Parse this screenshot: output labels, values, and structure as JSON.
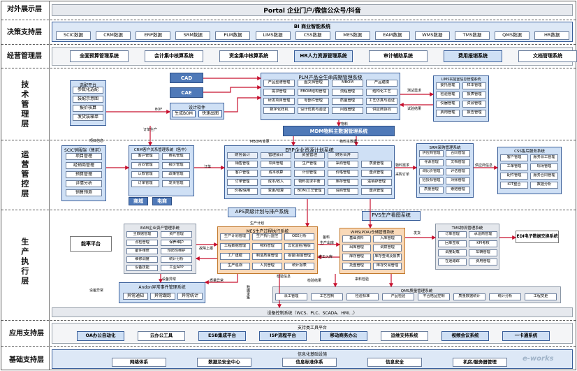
{
  "layers": {
    "l1": "对外展示层",
    "l2": "决策支持层",
    "l3": "经营管理层",
    "l4": "技术管理层",
    "l5": "运营管控层",
    "l6": "生产执行层",
    "l7": "应用支持层",
    "l8": "基础支持层"
  },
  "portal": "Portal 企业门户/微信公众号/抖音",
  "bi": {
    "title": "BI 商业智能系统",
    "items": [
      "SCIC数据",
      "CRM数据",
      "ERP数据",
      "SRM数据",
      "PLM数据",
      "LIMS数据",
      "CSS数据",
      "MES数据",
      "EAM数据",
      "WMS数据",
      "TMS数据",
      "QMS数据",
      "HR数据"
    ]
  },
  "mgmt": [
    "全面预算管理系统",
    "会计集中核算系统",
    "资金集中核算系统",
    "HR人力资源管理系统",
    "审计辅助系统",
    "费用报销系统",
    "文档管理系统"
  ],
  "tech": {
    "sel": {
      "title": "选配平台",
      "items": [
        "参数化选配",
        "装配示意图",
        "报价核算",
        "发货装箱单"
      ]
    },
    "cad": "CAD",
    "cae": "CAE",
    "design": {
      "title": "设计软件",
      "items": [
        "生成BOM",
        "快速出图"
      ]
    },
    "plm": {
      "title": "PLM产品全生命周期管理系统",
      "items": [
        "产品型谱管理",
        "图文档管理",
        "MBOM",
        "产品建模",
        "需求管理",
        "EBOM结构管理",
        "流程管理",
        "结构化工艺",
        "研发项目管理",
        "零部件管理",
        "质量管理",
        "工艺仿真与验证",
        "数字化样机",
        "设计仿真与验证",
        "问题管理",
        "供应商协同"
      ]
    },
    "lims": {
      "title": "LIMS实验室信息管理系统",
      "items": [
        "委托管理",
        "样本管理",
        "检验管理",
        "报表管理",
        "仪器管理",
        "资源管理",
        "费用管理",
        "报告管理"
      ]
    },
    "mdm": "MDM物料主数据管理系统",
    "labels": {
      "bof": "BOF",
      "order_prod": "订单生产",
      "xj": "项目信息",
      "dd": "测试需求",
      "js": "试验结果",
      "wl": "物料",
      "mbom": "MBOM/变更",
      "ml": "物料主数据"
    }
  },
  "ops": {
    "scic": {
      "title": "SCIC销服端（售前）",
      "items": [
        "项目管理",
        "经销商管理",
        "预算管理",
        "详情分析",
        "销售预测"
      ]
    },
    "crm": {
      "title": "CRM客户关系管理系统（售中）",
      "items": [
        "客户管理",
        "商机管理",
        "合同管理",
        "报价管理",
        "认款管理",
        "政策管理",
        "订单管理",
        "发货管理"
      ]
    },
    "shop": [
      "商城",
      "电商"
    ],
    "erp": {
      "title": "ERP企业资源计划系统",
      "groups": [
        {
          "name": "财务会计",
          "items": [
            "销售管理",
            "客户管理",
            "订单管理",
            "价格/信用"
          ]
        },
        {
          "name": "管理会计",
          "items": [
            "项目管理",
            "成本核算",
            "成本/收入",
            "变更/结算"
          ]
        },
        {
          "name": "资金管理",
          "items": [
            "生产管理",
            "计划管理",
            "物料需求平衡",
            "BOM/工艺管理"
          ]
        },
        {
          "name": "财务合并",
          "items": [
            "采购管理",
            "价格管理",
            "库存管理",
            "请购管理"
          ]
        },
        {
          "name": "",
          "items": [
            "质量管理",
            "盘点管理",
            "进销存管理",
            "盘点管理"
          ]
        }
      ]
    },
    "srm": {
      "title": "SRM采购管理系统",
      "items": [
        "供应商管理",
        "寻源管理",
        "询比价管理",
        "招投标管理",
        "质量管理",
        "合同管理",
        "文档管理",
        "评估管理",
        "对账管理",
        "索赔管理"
      ]
    },
    "css": {
      "title": "CSS售后服务系统",
      "items": [
        "客户管理",
        "服务派工管理",
        "工单管理",
        "现场管理",
        "配件管理",
        "服务合同管理",
        "IOT整合",
        "数据分析"
      ]
    },
    "aps": "APS高级计划与排产系统",
    "pvs": "PVS生产看图系统",
    "labels": {
      "dd": "订单",
      "wlxq": "物料需求",
      "cg": "采购订单",
      "gys": "供应商信息",
      "fh": "发货"
    }
  },
  "prod": {
    "energy": "能率平台",
    "eam": {
      "title": "EAM企业资产管理系统",
      "items": [
        "主数据管理",
        "资产管理",
        "点检管理",
        "保养维护",
        "备件维修",
        "预防性维护",
        "维修调度",
        "统计分析",
        "设备技能",
        "工业APP"
      ]
    },
    "mes": {
      "title": "MES生产过程执行系统",
      "items": [
        "生产计划管理",
        "生产执行监控",
        "OEE分析",
        "工程数据管理",
        "物料管理",
        "云化监控/看板",
        "工厂建模",
        "制造质量管理",
        "报警/报警管理",
        "生产追溯",
        "人员管理",
        "统计报表"
      ]
    },
    "wms": {
      "title": "WMS(PDA)仓储管理系统",
      "items": [
        "基础资料",
        "入库管理",
        "出库管理",
        "调拨管理",
        "库存管理",
        "库存查询及报表",
        "托盘管理",
        "库存交易管理"
      ]
    },
    "tms": {
      "title": "TMS物流管理系统",
      "items": [
        "订单管理",
        "承运商管理",
        "回单签收",
        "KPI考核",
        "调度配载",
        "车辆管理",
        "在途跟踪",
        "费用管理"
      ]
    },
    "edi": "EDI电子数据交换系统",
    "andon": {
      "title": "Andon异常事件管理系统",
      "items": [
        "异常通知",
        "异常跟踪",
        "异常统计"
      ]
    },
    "qms": {
      "title": "QMS质量管理系统",
      "items": [
        "派工管理",
        "工艺控制",
        "检验标准",
        "产品检验",
        "不合格品控制",
        "质量数据统计",
        "统计分析",
        "工程变更"
      ]
    },
    "device": "设备控制系统（WCS、PLC、SCADA、HMI...）",
    "labels": {
      "scjh": "生产计划",
      "gx": "故障上报",
      "sbyc": "设备异常",
      "sbyc2": "设备异常",
      "zlyc": "质量异常",
      "sccl": "生产出库",
      "fl": "备料",
      "wgr": "完工入库",
      "lljy": "来料检验",
      "jyjg": "检验结果",
      "jyxx": "检验信息",
      "fh": "发货",
      "sbsj": "数据采集"
    }
  },
  "app": {
    "title": "支持类工具平台",
    "items": [
      "OA办公自动化",
      "云办公工具",
      "ESB集成平台",
      "ISP流程平台",
      "移动商务办公",
      "运维支持系统",
      "视频会议系统",
      "一卡通系统"
    ]
  },
  "base": {
    "title": "信息化基础设施",
    "items": [
      "网络体系",
      "数据及安全中心",
      "信息标准体系",
      "信息安全",
      "机房/服务器管理"
    ]
  },
  "watermark": "e-works"
}
